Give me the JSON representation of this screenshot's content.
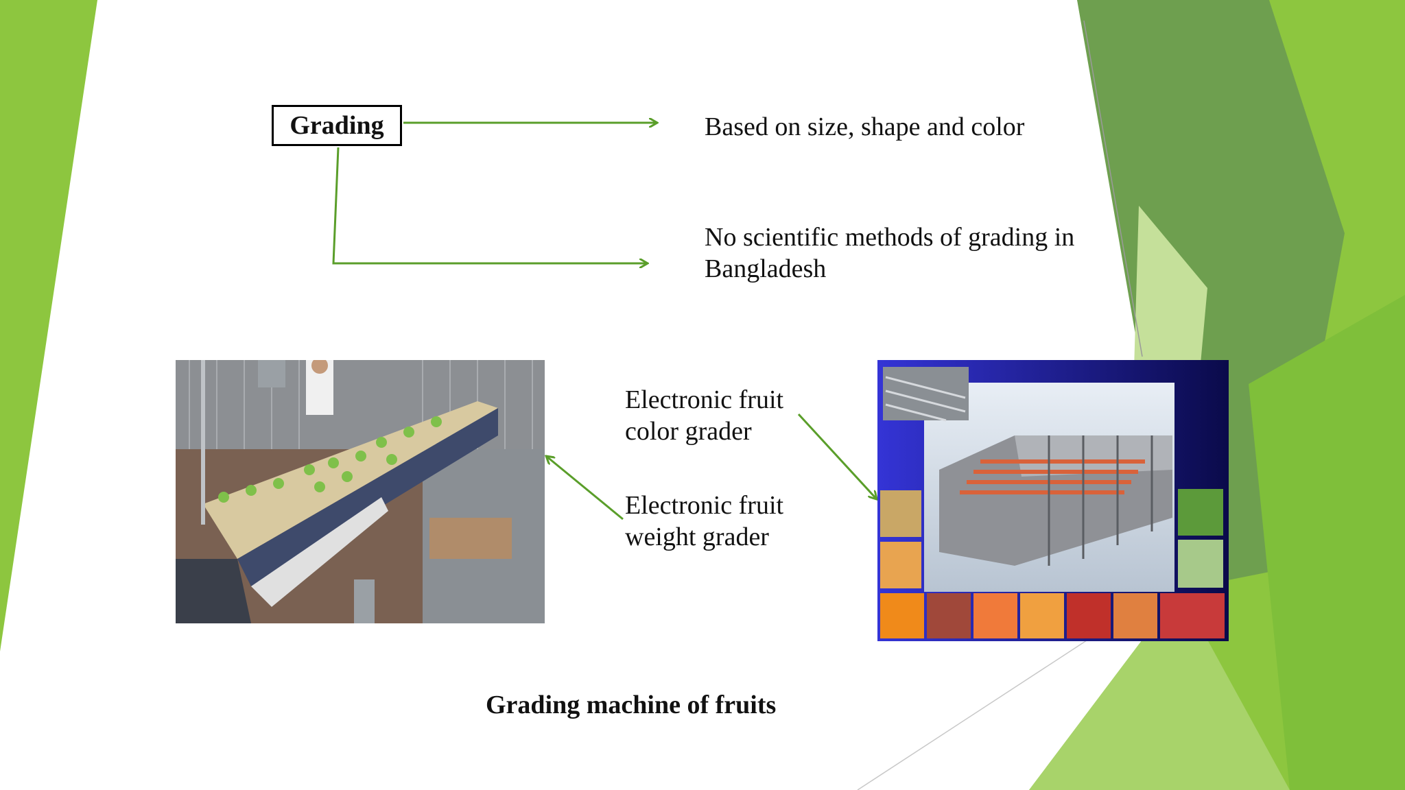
{
  "slide": {
    "grading_label": "Grading",
    "point_1": "Based on size, shape and color",
    "point_2_line1": "No scientific methods of grading in",
    "point_2_line2": "Bangladesh",
    "color_grader_line1": "Electronic fruit",
    "color_grader_line2": "color grader",
    "weight_grader_line1": "Electronic fruit",
    "weight_grader_line2": "weight grader",
    "caption": "Grading machine of fruits"
  },
  "images": {
    "left_photo": "conveyor-grading-line-photo",
    "right_photo": "electronic-fruit-grader-machine-photo"
  },
  "colors": {
    "accent_green": "#5a9e2a",
    "bright_green": "#8dc63f",
    "dark_green": "#6a9f4a",
    "light_green": "#c5e09a"
  }
}
